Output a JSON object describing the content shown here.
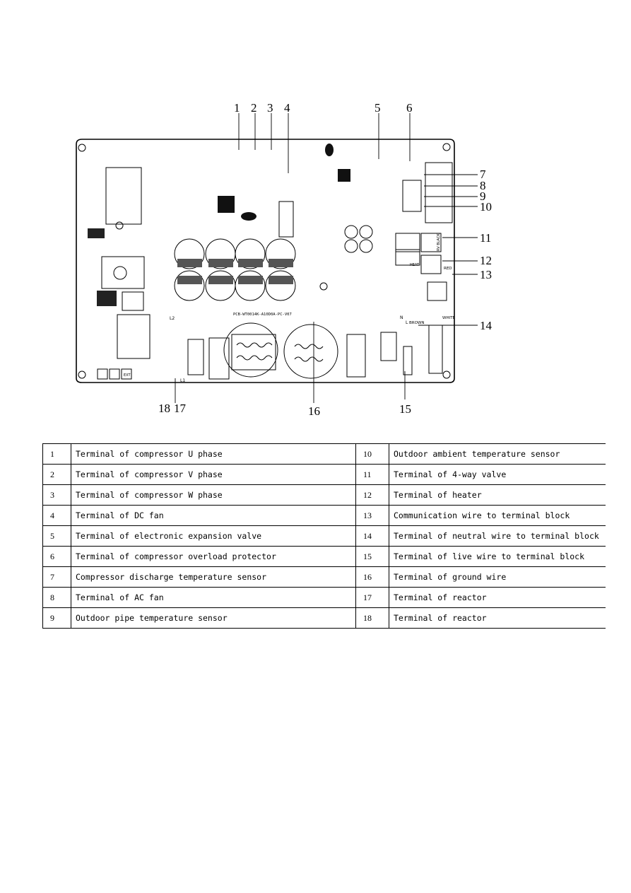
{
  "diagram": {
    "board_label": "PCB-WT0014K-A10D0A-PC-V07",
    "callouts": [
      "1",
      "2",
      "3",
      "4",
      "5",
      "6",
      "7",
      "8",
      "9",
      "10",
      "11",
      "12",
      "13",
      "14",
      "15",
      "16",
      "17",
      "18"
    ],
    "silk_labels": {
      "cn_rv": "RV BLACK",
      "heat": "HEAT",
      "red": "RED",
      "white": "WHITE",
      "brown": "BROWN",
      "n": "N",
      "l": "L",
      "l1": "L1",
      "l2": "L2",
      "ext": "EXT"
    }
  },
  "table": {
    "rows": [
      {
        "n1": "1",
        "d1": "Terminal of compressor U phase",
        "n2": "10",
        "d2": "Outdoor ambient temperature sensor"
      },
      {
        "n1": "2",
        "d1": "Terminal of compressor V phase",
        "n2": "11",
        "d2": "Terminal of 4-way valve"
      },
      {
        "n1": "3",
        "d1": "Terminal of compressor W phase",
        "n2": "12",
        "d2": "Terminal of heater"
      },
      {
        "n1": "4",
        "d1": "Terminal of DC fan",
        "n2": "13",
        "d2": "Communication wire to terminal block"
      },
      {
        "n1": "5",
        "d1": "Terminal of electronic expansion valve",
        "n2": "14",
        "d2": "Terminal of neutral wire to terminal block"
      },
      {
        "n1": "6",
        "d1": "Terminal of compressor overload protector",
        "n2": "15",
        "d2": "Terminal of live wire to terminal block"
      },
      {
        "n1": "7",
        "d1": "Compressor discharge temperature sensor",
        "n2": "16",
        "d2": "Terminal of ground wire"
      },
      {
        "n1": "8",
        "d1": "Terminal of AC fan",
        "n2": "17",
        "d2": "Terminal of reactor"
      },
      {
        "n1": "9",
        "d1": "Outdoor pipe temperature sensor",
        "n2": "18",
        "d2": "Terminal of reactor"
      }
    ]
  }
}
